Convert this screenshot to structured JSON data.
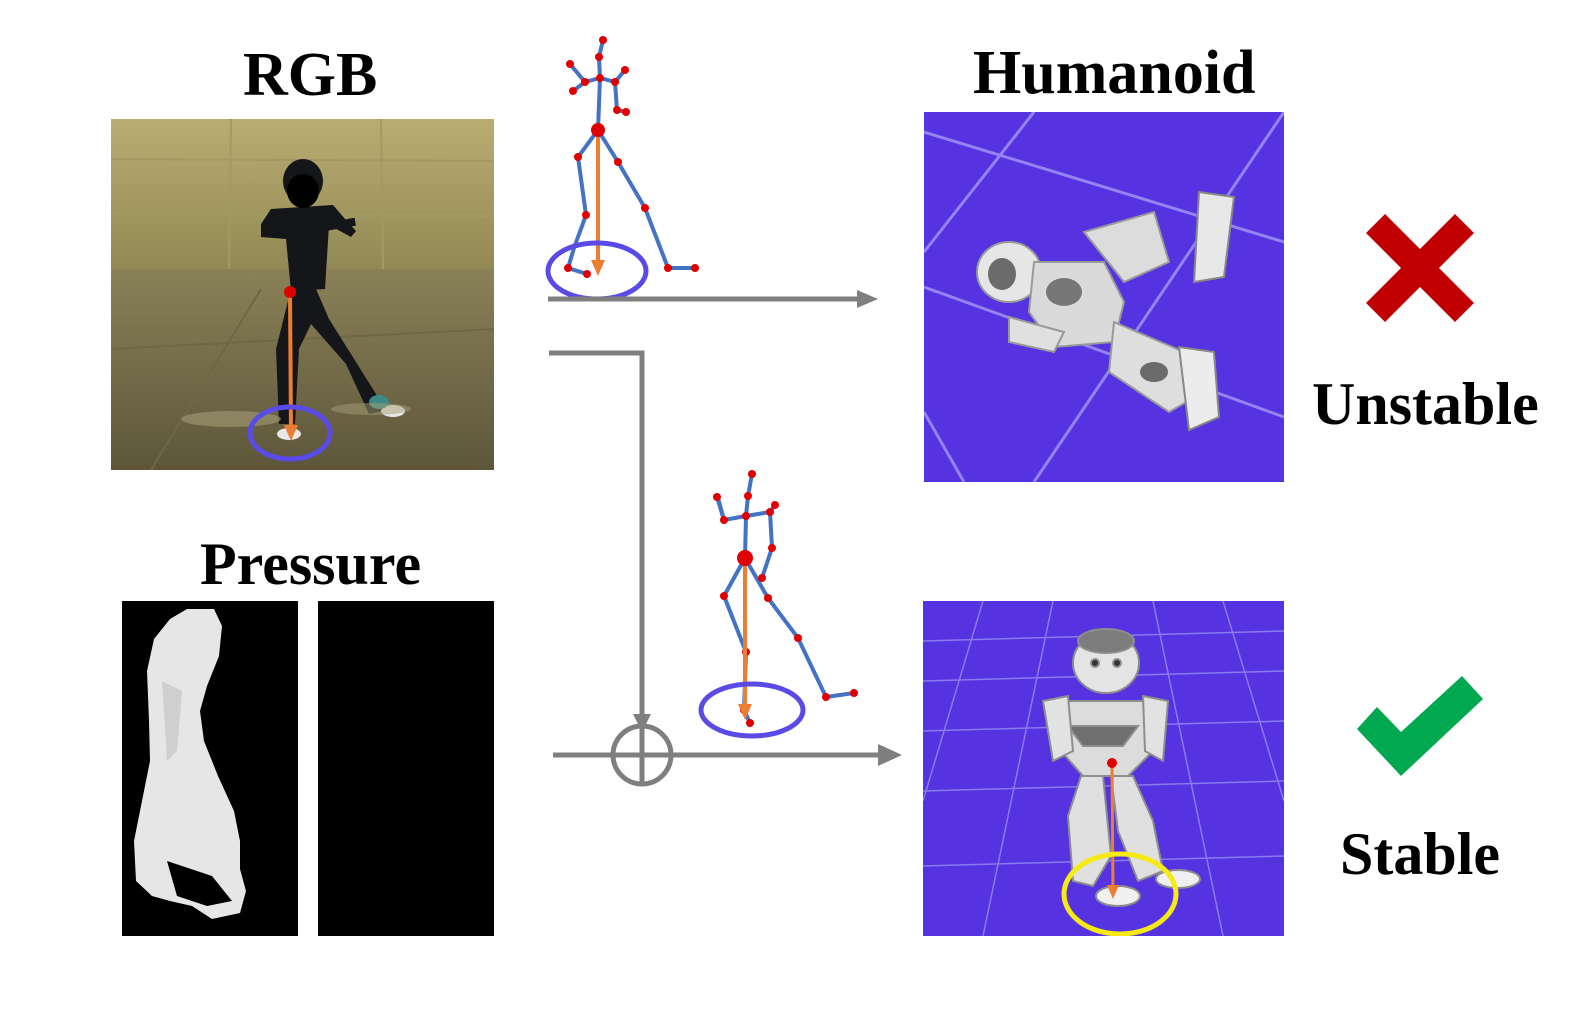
{
  "labels": {
    "rgb": "RGB",
    "humanoid": "Humanoid",
    "pressure": "Pressure",
    "unstable": "Unstable",
    "stable": "Stable"
  },
  "icons": {
    "unstable": "cross-mark-icon",
    "stable": "check-mark-icon"
  },
  "colors": {
    "arrow": "#7f7f7f",
    "skeleton_bone": "#4472c4",
    "skeleton_joint": "#e00000",
    "center_of_mass_arrow": "#ed7d31",
    "support_circle": "#5a4be6",
    "stable_support_circle": "#f5ea14",
    "sim_background": "#5533e0",
    "cross": "#c00000",
    "check": "#00a850"
  }
}
